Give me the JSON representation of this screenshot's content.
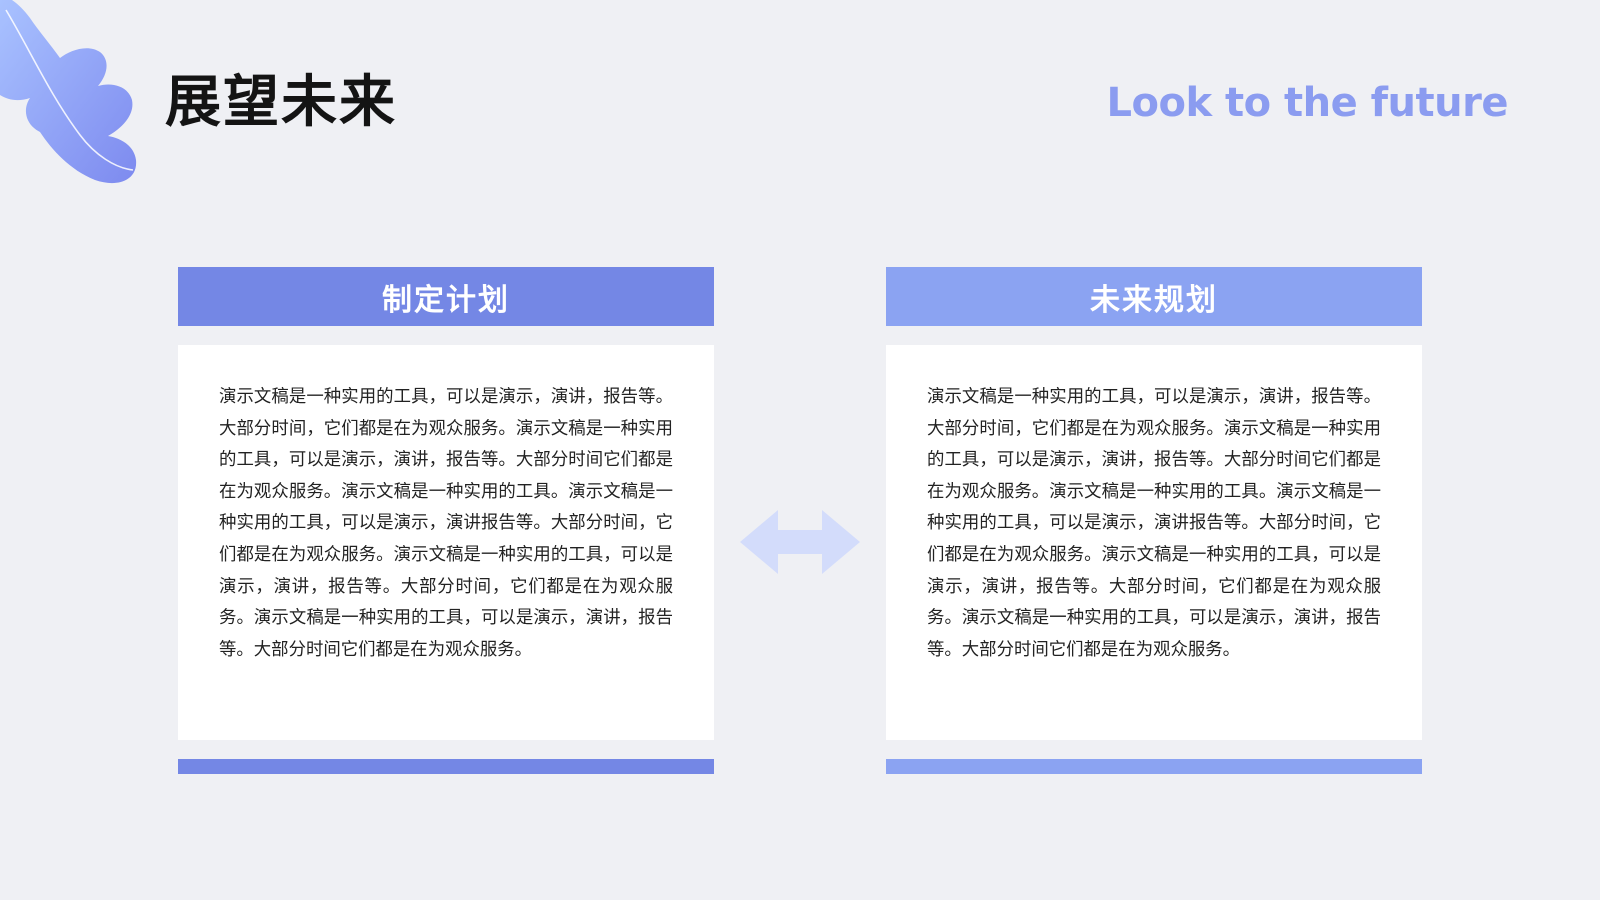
{
  "slide": {
    "title": "展望未来",
    "subtitle": "Look to the future",
    "decoration_icon": "leaf-icon",
    "connector_icon": "double-arrow-icon"
  },
  "colors": {
    "background": "#eff0f4",
    "left_accent": "#7487e5",
    "right_accent": "#8ba3f2",
    "subtitle": "#8b9cf0",
    "arrow": "#d3dcfb"
  },
  "cards": [
    {
      "heading": "制定计划",
      "body": "演示文稿是一种实用的工具，可以是演示，演讲，报告等。大部分时间，它们都是在为观众服务。演示文稿是一种实用的工具，可以是演示，演讲，报告等。大部分时间它们都是在为观众服务。演示文稿是一种实用的工具。演示文稿是一种实用的工具，可以是演示，演讲报告等。大部分时间，它们都是在为观众服务。演示文稿是一种实用的工具，可以是演示，演讲，报告等。大部分时间，它们都是在为观众服务。演示文稿是一种实用的工具，可以是演示，演讲，报告等。大部分时间它们都是在为观众服务。"
    },
    {
      "heading": "未来规划",
      "body": "演示文稿是一种实用的工具，可以是演示，演讲，报告等。大部分时间，它们都是在为观众服务。演示文稿是一种实用的工具，可以是演示，演讲，报告等。大部分时间它们都是在为观众服务。演示文稿是一种实用的工具。演示文稿是一种实用的工具，可以是演示，演讲报告等。大部分时间，它们都是在为观众服务。演示文稿是一种实用的工具，可以是演示，演讲，报告等。大部分时间，它们都是在为观众服务。演示文稿是一种实用的工具，可以是演示，演讲，报告等。大部分时间它们都是在为观众服务。"
    }
  ]
}
